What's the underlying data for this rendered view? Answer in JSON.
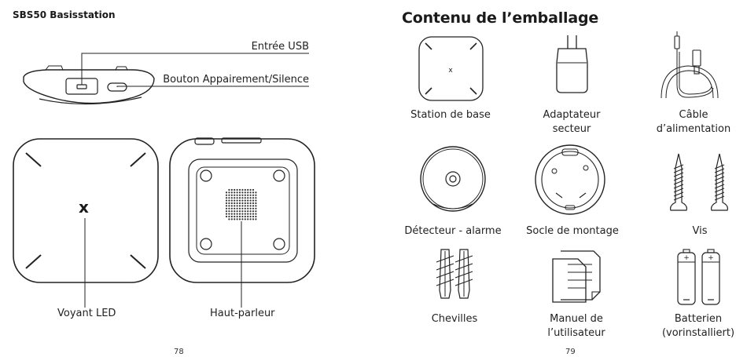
{
  "left_page": {
    "title": "SBS50 Basisstation",
    "labels": {
      "usb": "Entrée USB",
      "pairing_button": "Bouton Appairement/Silence",
      "led": "Voyant LED",
      "speaker": "Haut-parleur"
    },
    "device_mark": "x",
    "page_number": "78"
  },
  "right_page": {
    "title": "Contenu de l’emballage",
    "items": [
      {
        "label_1": "Station de base",
        "label_2": "",
        "icon": "base-station-icon"
      },
      {
        "label_1": "Adaptateur",
        "label_2": "secteur",
        "icon": "power-adapter-icon"
      },
      {
        "label_1": "Câble",
        "label_2": "d’alimentation",
        "icon": "usb-cable-icon"
      },
      {
        "label_1": "Détecteur - alarme",
        "label_2": "",
        "icon": "alarm-detector-icon"
      },
      {
        "label_1": "Socle de montage",
        "label_2": "",
        "icon": "mounting-plate-icon"
      },
      {
        "label_1": "Vis",
        "label_2": "",
        "icon": "screws-icon"
      },
      {
        "label_1": "Chevilles",
        "label_2": "",
        "icon": "wall-plugs-icon"
      },
      {
        "label_1": "Manuel de",
        "label_2": "l’utilisateur",
        "icon": "user-manual-icon"
      },
      {
        "label_1": "Batterien",
        "label_2": "(vorinstalliert)",
        "icon": "batteries-icon"
      }
    ],
    "page_number": "79"
  }
}
